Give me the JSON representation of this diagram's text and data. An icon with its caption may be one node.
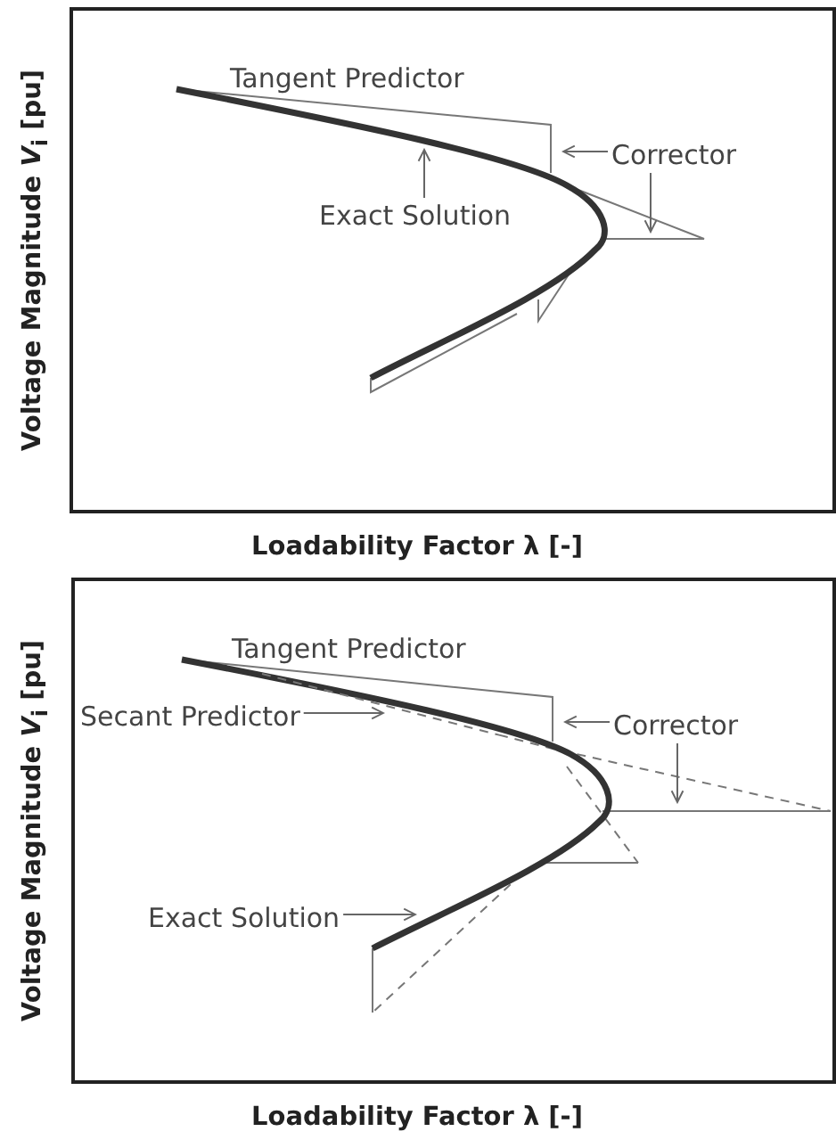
{
  "diagram": {
    "nodes": [
      {
        "text": [],
        "shape": "box"
      },
      {
        "text": [
          "Tangent Predictor"
        ],
        "in": 0
      },
      {
        "text": [
          "Corrector"
        ],
        "in": 0
      },
      {
        "text": [
          "Exact Solution"
        ],
        "in": 0
      },
      {
        "text": [],
        "shape": "box"
      },
      {
        "text": [
          "Tangent Predictor"
        ],
        "in": 4
      },
      {
        "text": [
          "Secant Predictor"
        ],
        "in": 4
      },
      {
        "text": [
          "Corrector"
        ],
        "in": 4
      },
      {
        "text": [
          "Exact Solution"
        ],
        "in": 4
      },
      {
        "text": [],
        "shape": "line",
        "in": 4
      }
    ],
    "edges": [
      {
        "from": 2,
        "to": null,
        "arrow": "to"
      },
      {
        "from": 2,
        "to": null,
        "arrow": "to"
      },
      {
        "from": 3,
        "to": null,
        "arrow": "to"
      },
      {
        "from": 6,
        "to": 9,
        "arrow": "to"
      },
      {
        "from": 7,
        "to": null,
        "arrow": "to"
      },
      {
        "from": 7,
        "to": null,
        "arrow": "to"
      },
      {
        "from": 8,
        "to": null,
        "arrow": "to"
      }
    ],
    "labels": [
      "Voltage Magnitude *V*$_{i}$ [pu]",
      "Loadability Factor λ [-]",
      "Voltage Magnitude *V*$_{i}$ [pu]",
      "Loadability Factor λ [-]"
    ]
  }
}
